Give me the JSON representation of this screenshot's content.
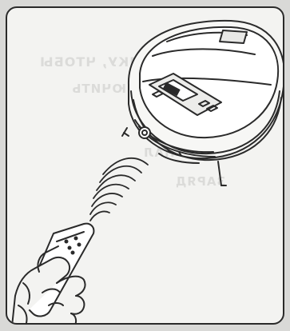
{
  "illustration": {
    "subject": "robot-vacuum-remote-control"
  },
  "bleed_through": {
    "line1": "ЖМИТЕ КНОПКУ, ЧТОБЫ",
    "line2": "ВКЛЮЧИТЬ",
    "line3": "СИГНАЛ",
    "line4": "ЗАРЯД"
  },
  "colors": {
    "ink": "#2a2a2a",
    "paper": "#f3f3f1",
    "background": "#d9d9d7"
  }
}
